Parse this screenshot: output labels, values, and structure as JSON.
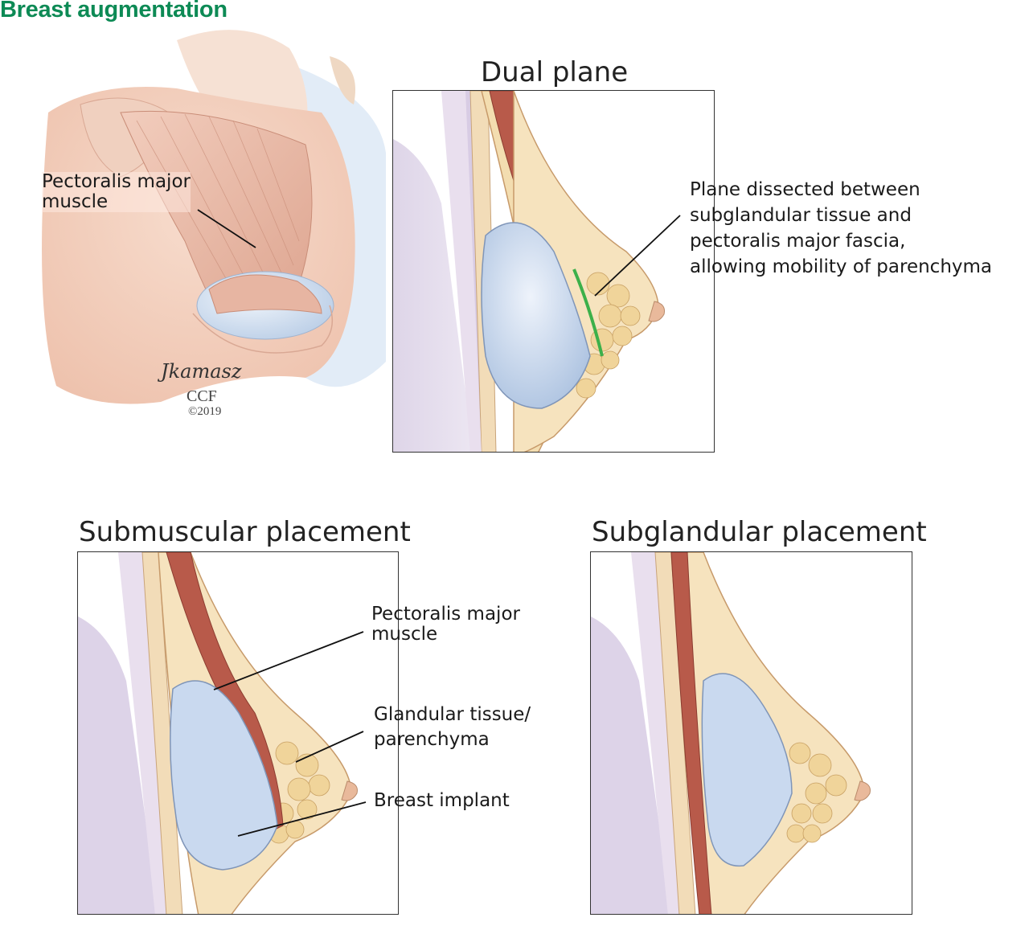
{
  "title": "Breast augmentation",
  "overview": {
    "label": "Pectoralis major\nmuscle",
    "signature": "Jkamasz",
    "credit": "CCF",
    "year": "©2019"
  },
  "panels": {
    "dual_plane": {
      "title": "Dual plane",
      "annotation": "Plane dissected between\nsubglandular tissue and\npectoralis major fascia,\nallowing mobility of parenchyma"
    },
    "submuscular": {
      "title": "Submuscular placement",
      "labels": {
        "muscle": "Pectoralis major\nmuscle",
        "glandular": "Glandular tissue/\nparenchyma",
        "implant": "Breast implant"
      }
    },
    "subglandular": {
      "title": "Subglandular placement"
    }
  },
  "colors": {
    "title_green": "#0d8a55",
    "dissection_line": "#3cb04a",
    "implant_blue": "#c9d9ef",
    "muscle_red": "#b85a4a",
    "fat_yellow": "#f3ddb0",
    "skin_tone": "#f3d2c0"
  }
}
